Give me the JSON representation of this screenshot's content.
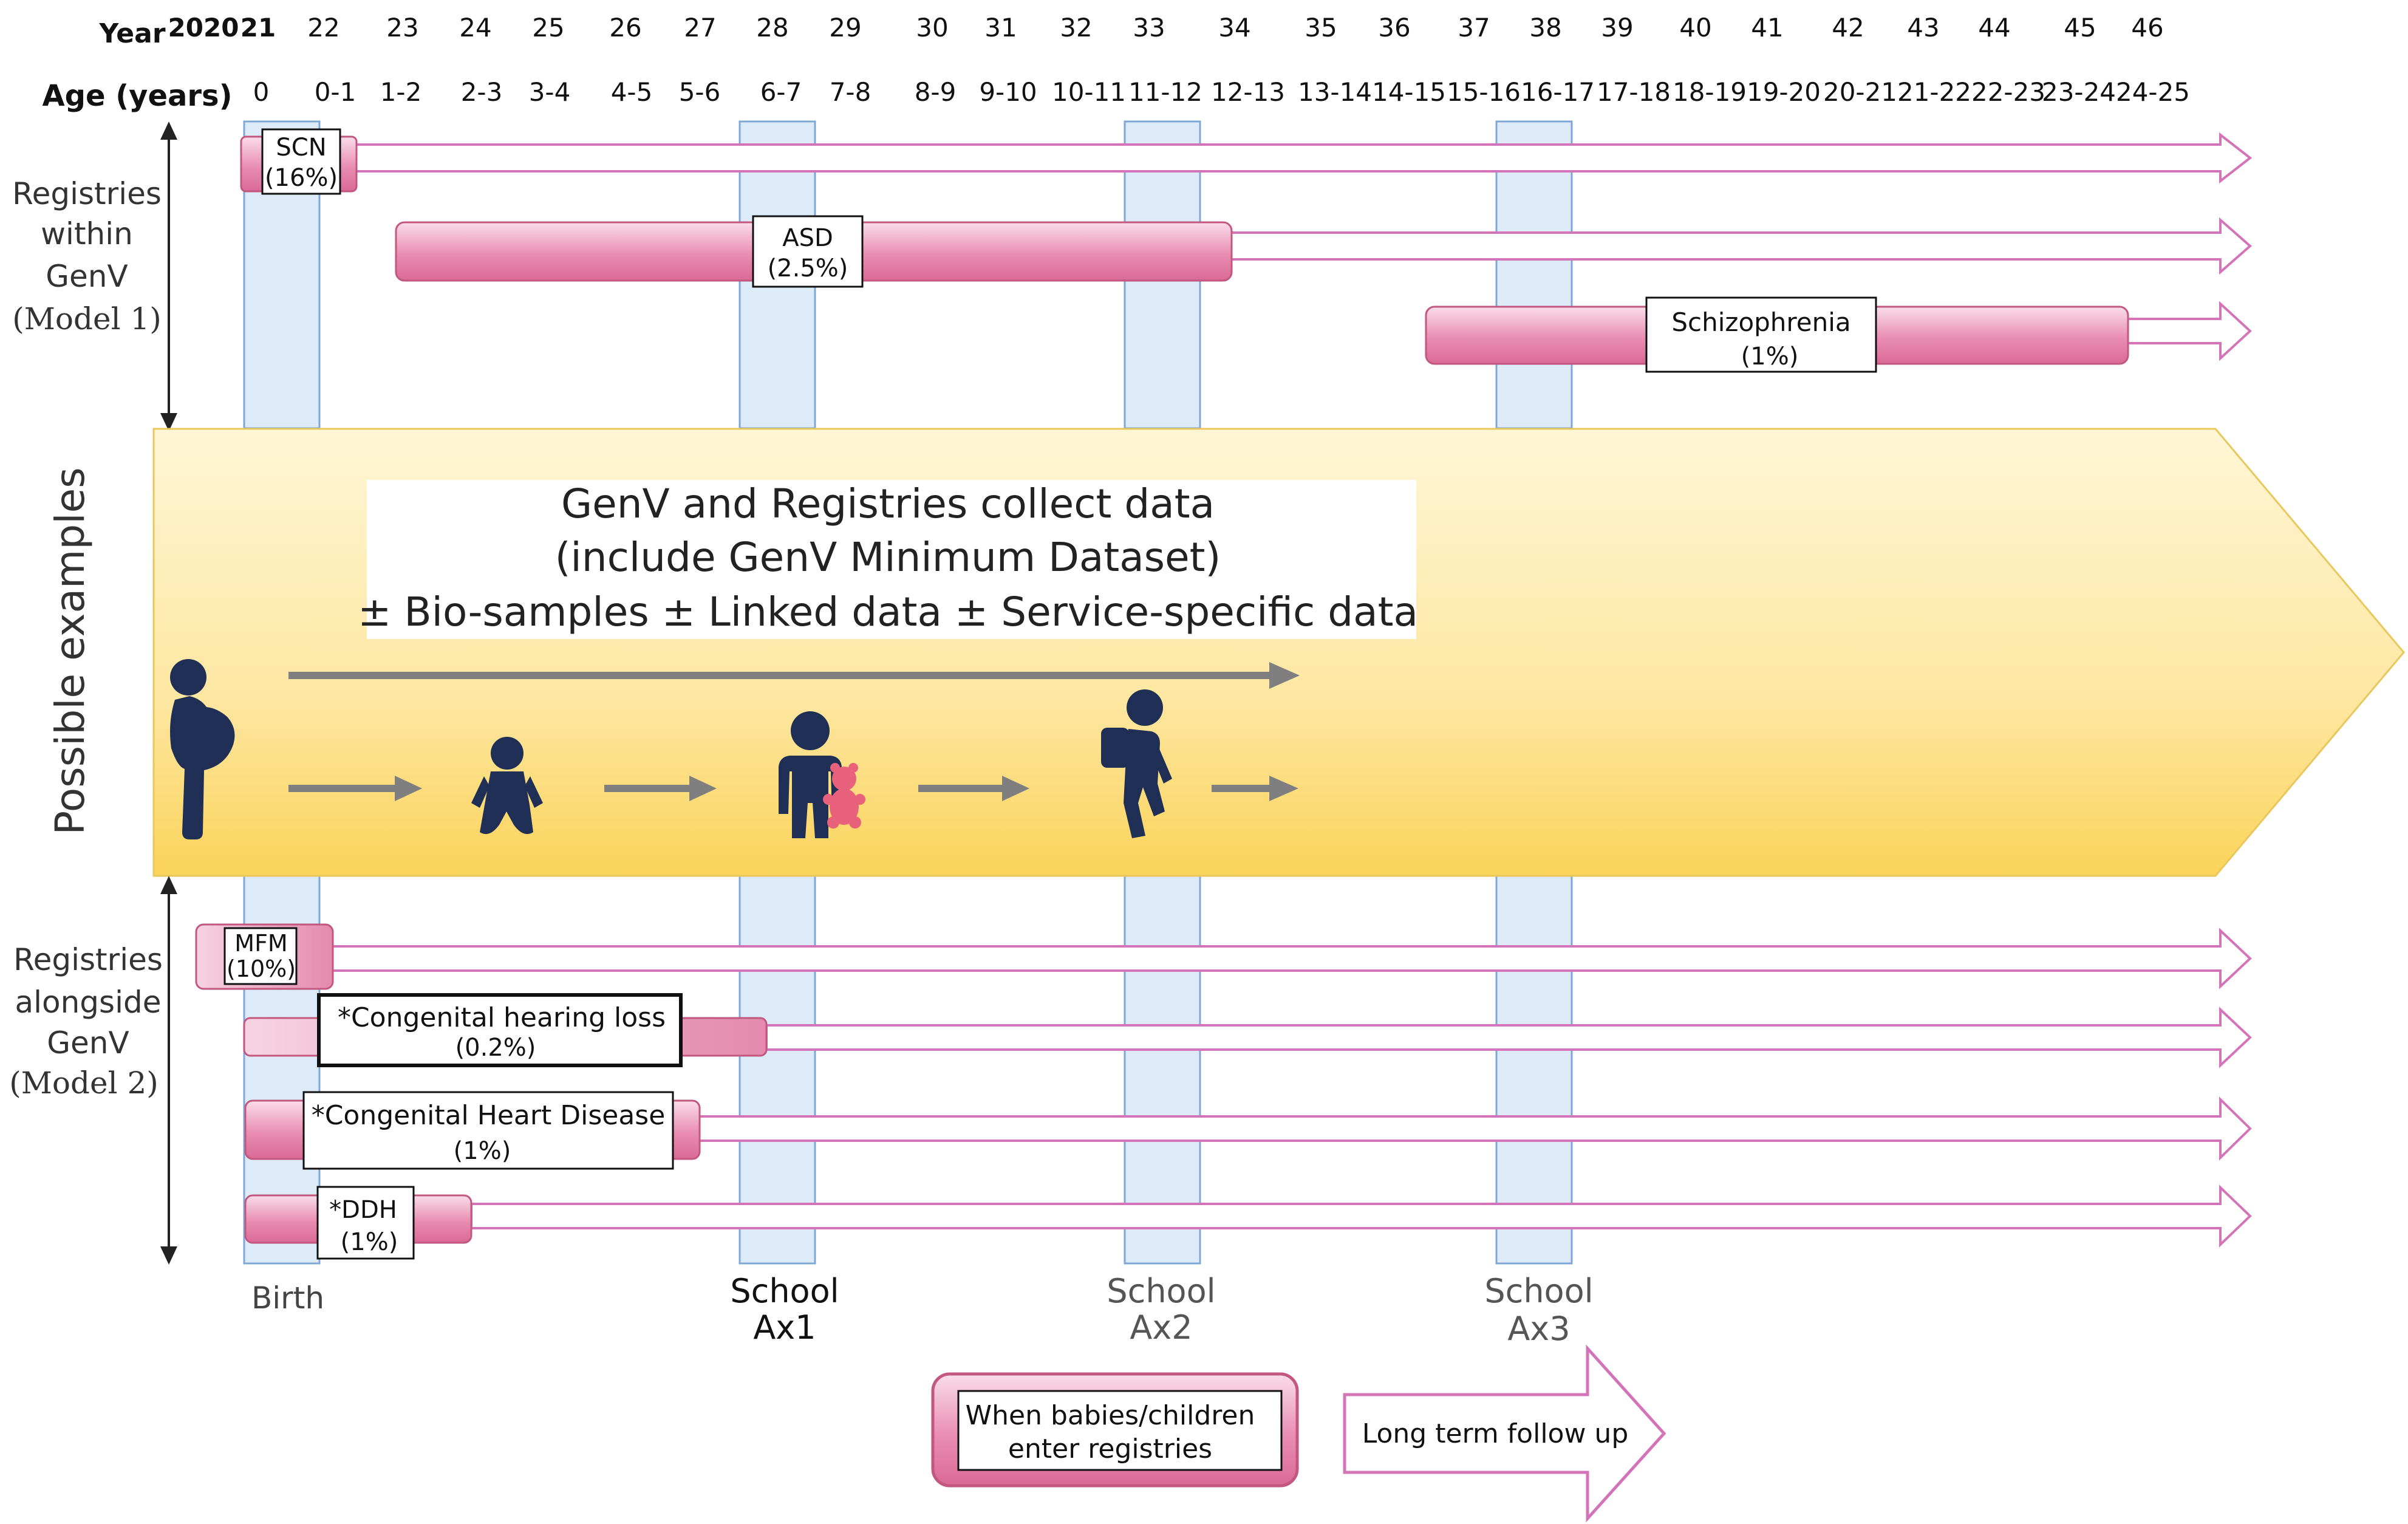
{
  "header": {
    "year_label": "Year",
    "age_label": "Age (years)",
    "years": [
      "2020",
      "21",
      "22",
      "23",
      "24",
      "25",
      "26",
      "27",
      "28",
      "29",
      "30",
      "31",
      "32",
      "33",
      "34",
      "35",
      "36",
      "37",
      "38",
      "39",
      "40",
      "41",
      "42",
      "43",
      "44",
      "45",
      "46"
    ],
    "ages": [
      "0",
      "0-1",
      "1-2",
      "2-3",
      "3-4",
      "4-5",
      "5-6",
      "6-7",
      "7-8",
      "8-9",
      "9-10",
      "10-11",
      "11-12",
      "12-13",
      "13-14",
      "14-15",
      "15-16",
      "16-17",
      "17-18",
      "18-19",
      "19-20",
      "20-21",
      "21-22",
      "22-23",
      "23-24",
      "24-25"
    ]
  },
  "sections": {
    "model1_label": [
      "Registries",
      "within",
      "GenV",
      "(Model 1)"
    ],
    "model2_label": [
      "Registries",
      "alongside",
      "GenV",
      "(Model 2)"
    ],
    "possible_examples": "Possible examples"
  },
  "registries_model1": [
    {
      "name": "SCN",
      "pct": "(16%)"
    },
    {
      "name": "ASD",
      "pct": "(2.5%)"
    },
    {
      "name": "Schizophrenia",
      "pct": "(1%)"
    }
  ],
  "registries_model2": [
    {
      "name": "MFM",
      "pct": "(10%)"
    },
    {
      "name": "*Congenital hearing loss",
      "pct": "(0.2%)"
    },
    {
      "name": "*Congenital Heart Disease",
      "pct": "(1%)"
    },
    {
      "name": "*DDH",
      "pct": "(1%)"
    }
  ],
  "banner": {
    "line1": "GenV and Registries collect data",
    "line2": "(include GenV Minimum Dataset)",
    "line3": "± Bio-samples ± Linked data ± Service-specific data"
  },
  "icons": [
    "pregnant-woman-icon",
    "baby-icon",
    "child-with-teddy-icon",
    "schoolchild-with-backpack-icon"
  ],
  "milestones": {
    "birth": "Birth",
    "school1": [
      "School",
      "Ax1"
    ],
    "school2": [
      "School",
      "Ax2"
    ],
    "school3": [
      "School",
      "Ax3"
    ]
  },
  "legend": {
    "enter_line1": "When babies/children",
    "enter_line2": "enter registries",
    "follow_up": "Long term follow up"
  },
  "colors": {
    "pink_bar": "#e07aa0",
    "arrow_outline": "#d374b8",
    "column_fill": "#ddeaf7",
    "column_stroke": "#7fa7d6",
    "banner_light": "#fff3c8",
    "banner_dark": "#fbd45f",
    "icon": "#1f2f55",
    "teddy": "#e7627a",
    "grey_arrow": "#7f7f7f"
  }
}
